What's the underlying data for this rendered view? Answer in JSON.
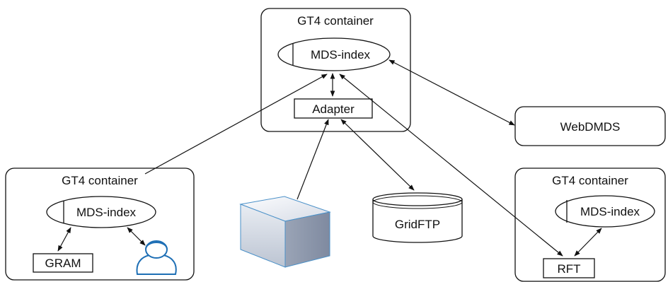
{
  "containers": {
    "top": {
      "title": "GT4 container",
      "index_label": "MDS-index",
      "adapter_label": "Adapter"
    },
    "left": {
      "title": "GT4 container",
      "index_label": "MDS-index",
      "gram_label": "GRAM"
    },
    "right": {
      "title": "GT4 container",
      "index_label": "MDS-index",
      "rft_label": "RFT"
    }
  },
  "webdmds": {
    "label": "WebDMDS"
  },
  "gridftp": {
    "label": "GridFTP"
  },
  "icons": [
    "server-box-icon",
    "user-icon",
    "database-cylinder-icon"
  ],
  "colors": {
    "stroke": "#111111",
    "server_fill_light": "#eef1f6",
    "server_fill_dark": "#a9b2c3",
    "server_edge": "#4a90c8",
    "user_stroke": "#1e6fb5"
  }
}
